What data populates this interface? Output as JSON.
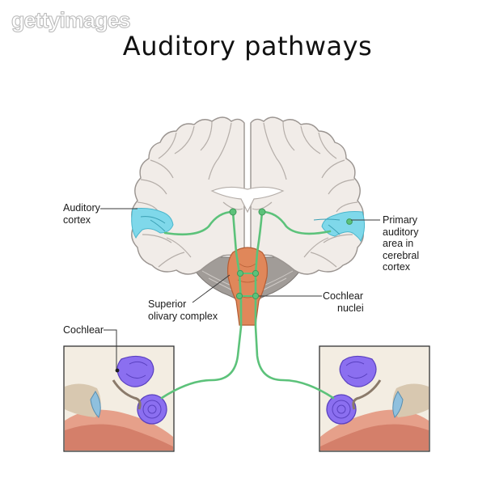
{
  "watermark": "gettyimages",
  "title": "Auditory pathways",
  "labels": {
    "auditory_cortex_1": "Auditory",
    "auditory_cortex_2": "cortex",
    "primary_1": "Primary",
    "primary_2": "auditory",
    "primary_3": "area in",
    "primary_4": "cerebral",
    "primary_5": "cortex",
    "superior_1": "Superior",
    "superior_2": "olivary complex",
    "cochlear_nuclei_1": "Cochlear",
    "cochlear_nuclei_2": "nuclei",
    "cochlear": "Cochlear"
  },
  "colors": {
    "pathway": "#5cc27a",
    "brain_tissue": "#f1ece8",
    "brain_outline": "#9a9490",
    "cortex_highlight": "#7fd8ea",
    "brainstem": "#e0875a",
    "cerebellum": "#a19c98",
    "cochlea": "#8b6ff0"
  }
}
